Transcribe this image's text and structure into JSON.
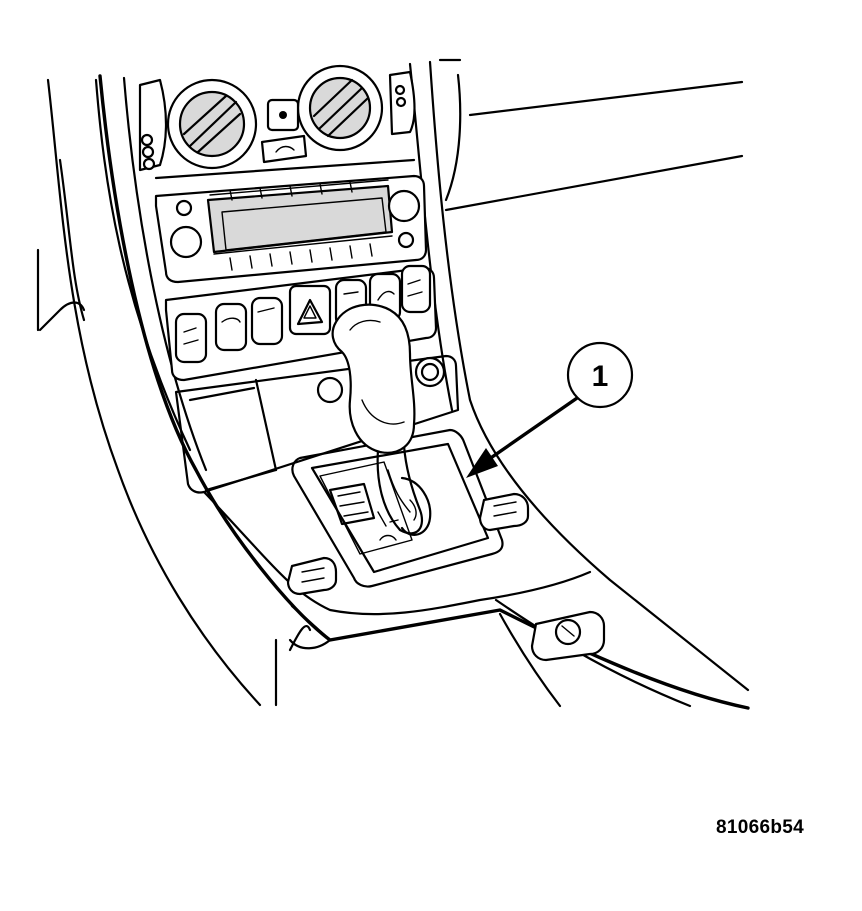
{
  "callouts": [
    {
      "number": "1",
      "target": "shift-lever-bezel"
    }
  ],
  "figure_id": "81066b54",
  "icons": [
    "air-vent-icon",
    "hazard-triangle-icon",
    "heated-seat-icon",
    "power-outlet-icon",
    "shift-knob-icon"
  ]
}
